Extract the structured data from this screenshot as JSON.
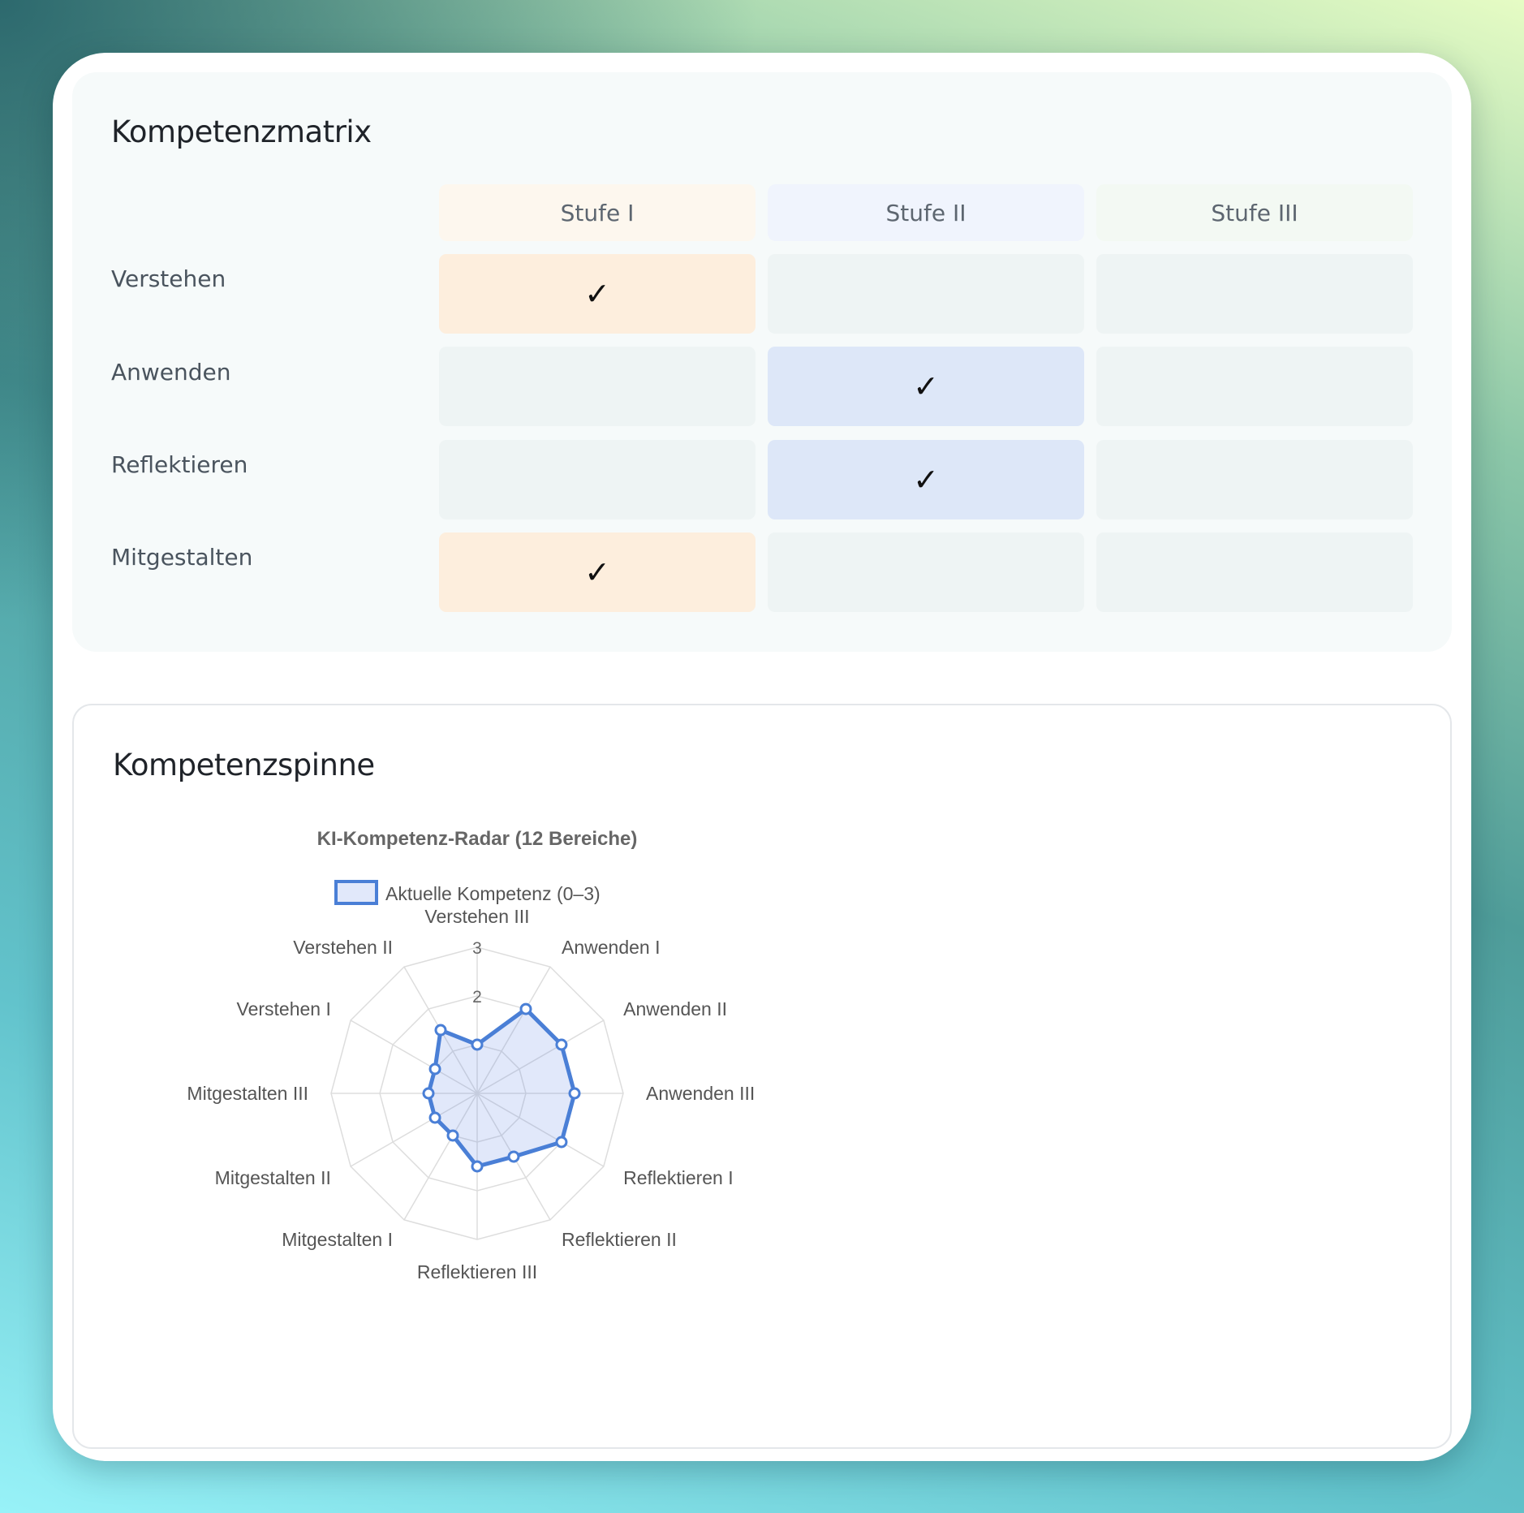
{
  "matrix": {
    "title": "Kompetenzmatrix",
    "columns": [
      "Stufe I",
      "Stufe II",
      "Stufe III"
    ],
    "rows": [
      {
        "label": "Verstehen",
        "level": 1
      },
      {
        "label": "Anwenden",
        "level": 2
      },
      {
        "label": "Reflektieren",
        "level": 2
      },
      {
        "label": "Mitgestalten",
        "level": 1
      }
    ],
    "check_symbol": "✓",
    "colors": {
      "stufe1": "#fdeedd",
      "stufe2": "#dde7f8",
      "stufe3": "#eef6ee"
    }
  },
  "radar": {
    "title": "Kompetenzspinne"
  },
  "chart_data": {
    "type": "radar",
    "title": "KI-Kompetenz-Radar (12 Bereiche)",
    "categories": [
      "Verstehen III",
      "Anwenden I",
      "Anwenden II",
      "Anwenden III",
      "Reflektieren I",
      "Reflektieren II",
      "Reflektieren III",
      "Mitgestalten I",
      "Mitgestalten II",
      "Mitgestalten III",
      "Verstehen I",
      "Verstehen II"
    ],
    "series": [
      {
        "name": "Aktuelle Kompetenz (0–3)",
        "values": [
          1,
          2,
          2,
          2,
          2,
          1.5,
          1.5,
          1,
          1,
          1,
          1,
          1.5
        ]
      }
    ],
    "rlim": [
      0,
      3
    ],
    "ticks": [
      2,
      3
    ],
    "grid": true,
    "legend": "top",
    "colors": {
      "line": "#4a7fd6",
      "fill": "rgba(90,130,225,0.18)",
      "grid": "#dddddd"
    }
  }
}
